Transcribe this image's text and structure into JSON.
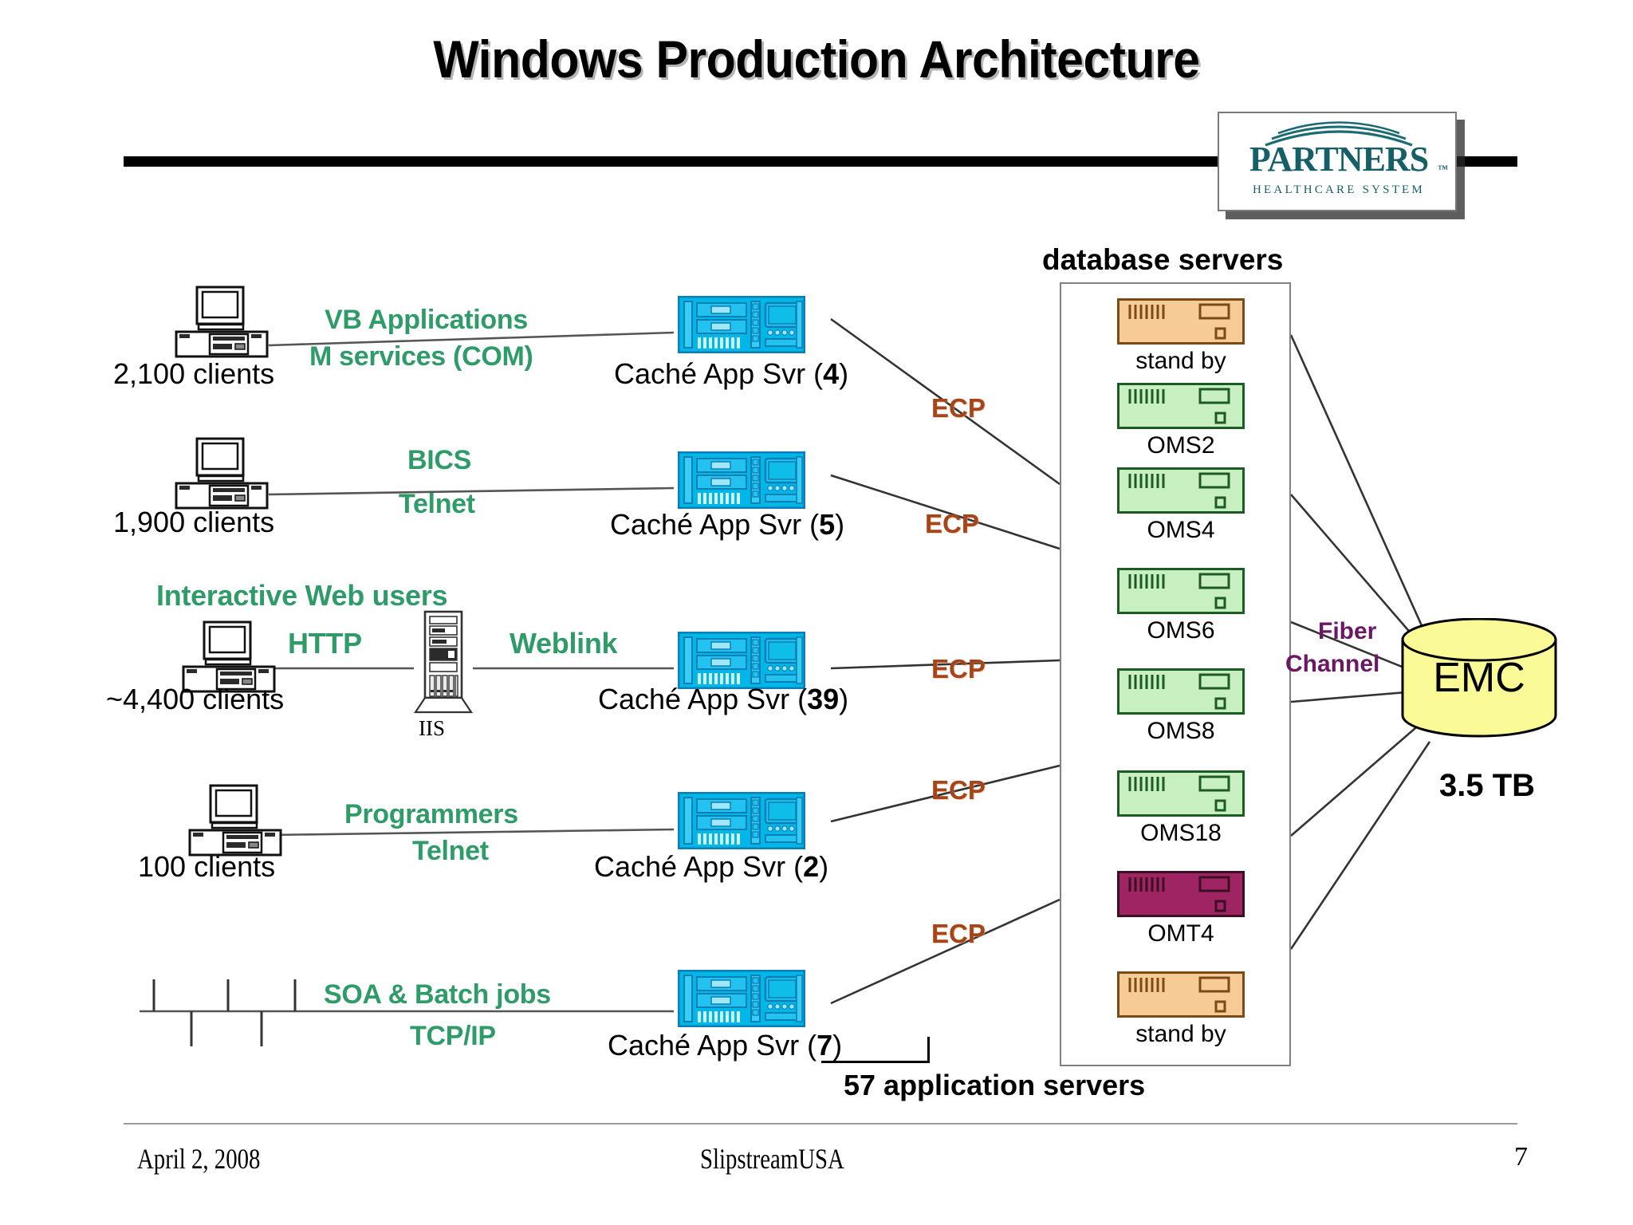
{
  "slide": {
    "title": "Windows Production Architecture",
    "page_number": "7"
  },
  "logo": {
    "name": "PARTNERS",
    "trademark": "™",
    "subtitle": "HEALTHCARE SYSTEM"
  },
  "tiers": [
    {
      "clients": "2,100 clients",
      "protocol_line1": "VB Applications",
      "protocol_line2": "M services (COM)",
      "server_label": "Caché App Svr (",
      "server_count": "4",
      "server_label_close": ")",
      "ecp": "ECP"
    },
    {
      "clients": "1,900 clients",
      "protocol_line1": "BICS",
      "protocol_line2": "Telnet",
      "server_label": "Caché App Svr (",
      "server_count": "5",
      "server_label_close": ")",
      "ecp": "ECP"
    },
    {
      "clients": "~4,400 clients",
      "heading": "Interactive Web users",
      "protocol_line1": "HTTP",
      "protocol_line2": "Weblink",
      "middleware": "IIS",
      "server_label": "Caché App Svr (",
      "server_count": "39",
      "server_label_close": ")",
      "ecp": "ECP"
    },
    {
      "clients": "100 clients",
      "protocol_line1": "Programmers",
      "protocol_line2": "Telnet",
      "server_label": "Caché App Svr (",
      "server_count": "2",
      "server_label_close": ")",
      "ecp": "ECP"
    },
    {
      "clients": "",
      "protocol_line1": "SOA & Batch jobs",
      "protocol_line2": "TCP/IP",
      "server_label": "Caché App Svr (",
      "server_count": "7",
      "server_label_close": ")",
      "ecp": "ECP"
    }
  ],
  "app_server_total": "57 application servers",
  "database": {
    "heading": "database servers",
    "servers": [
      {
        "name": "stand by",
        "state": "standby",
        "color": "#f7cb96"
      },
      {
        "name": "OMS2",
        "state": "active",
        "color": "#c8efc0"
      },
      {
        "name": "OMS4",
        "state": "active",
        "color": "#c8efc0"
      },
      {
        "name": "OMS6",
        "state": "active",
        "color": "#c8efc0"
      },
      {
        "name": "OMS8",
        "state": "active",
        "color": "#c8efc0"
      },
      {
        "name": "OMS18",
        "state": "active",
        "color": "#c8efc0"
      },
      {
        "name": "OMT4",
        "state": "test",
        "color": "#9e2464"
      },
      {
        "name": "stand by",
        "state": "standby",
        "color": "#f7cb96"
      }
    ]
  },
  "storage": {
    "name": "EMC",
    "capacity": "3.5 TB",
    "link_line1": "Fiber",
    "link_line2": "Channel"
  },
  "footer": {
    "date": "April 2, 2008",
    "center": "SlipstreamUSA"
  },
  "colors": {
    "label_green": "#2e9b68",
    "ecp_rust": "#a6441a",
    "fiber_purple": "#6b1766",
    "appsvr_cyan": "#00b7e8",
    "db_active_green": "#c8efc0",
    "db_standby_orange": "#f7cb96",
    "db_test_magenta": "#9e2464",
    "emc_yellow": "#fafa96",
    "logo_teal": "#165f68"
  }
}
